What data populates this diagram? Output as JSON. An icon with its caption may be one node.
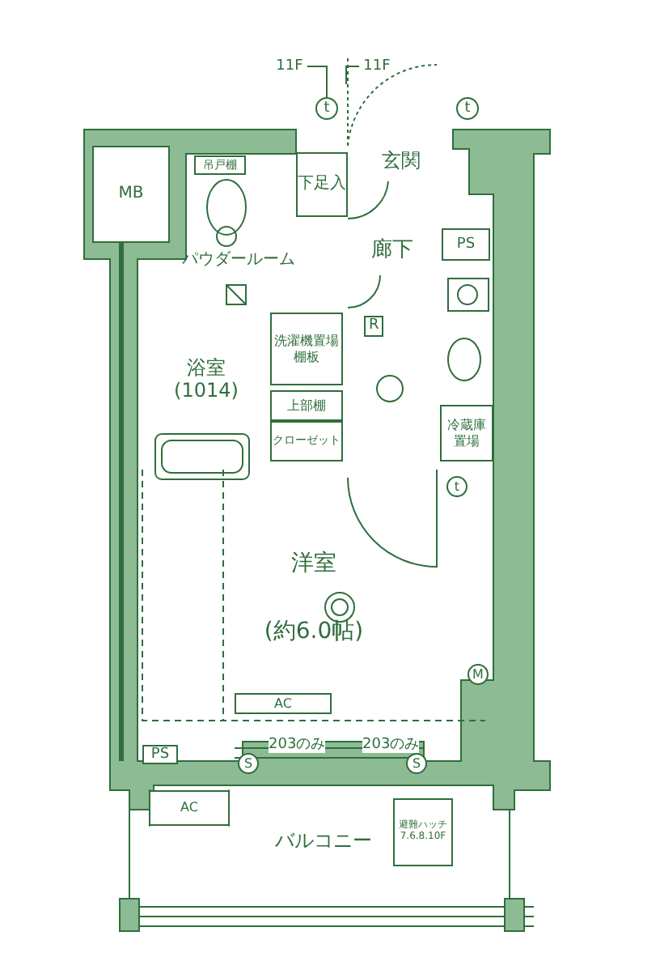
{
  "diagram": {
    "nodes": [
      {
        "text": [
          "MB"
        ]
      },
      {
        "text": [
          "玄関"
        ]
      },
      {
        "text": [
          "下足入"
        ],
        "in": 1
      },
      {
        "text": [
          "廊下"
        ]
      },
      {
        "text": [
          "PS"
        ]
      },
      {
        "text": [
          "パウダールーム"
        ]
      },
      {
        "text": [
          "洗濯機置場",
          "棚板"
        ]
      },
      {
        "text": [
          "浴室",
          "(1014)"
        ]
      },
      {
        "text": [
          "上部棚"
        ]
      },
      {
        "text": [
          "クローゼット"
        ]
      },
      {
        "text": [
          "冷蔵庫置場"
        ]
      },
      {
        "text": [
          "洋室",
          "(約6.0帖)"
        ]
      },
      {
        "text": [
          "AC"
        ],
        "in": 11
      },
      {
        "text": [
          "PS"
        ]
      },
      {
        "text": [
          "バルコニー"
        ]
      },
      {
        "text": [
          "AC"
        ],
        "in": 14
      },
      {
        "text": [
          "避難ハッチ",
          "7.6.8.10F"
        ],
        "in": 14
      },
      {
        "text": [
          "吊戸棚"
        ],
        "in": 5
      },
      {
        "text": [
          "11F"
        ]
      },
      {
        "text": [
          "t"
        ]
      },
      {
        "text": [
          "11F"
        ]
      },
      {
        "text": [
          "t"
        ]
      }
    ],
    "edges": [
      {
        "from": 18,
        "to": 19,
        "arrow": "none"
      },
      {
        "from": 20,
        "to": null,
        "arrow": "none"
      }
    ],
    "labels": [
      "R",
      "t",
      "M",
      "203のみ",
      "203のみ",
      "S",
      "S"
    ]
  }
}
